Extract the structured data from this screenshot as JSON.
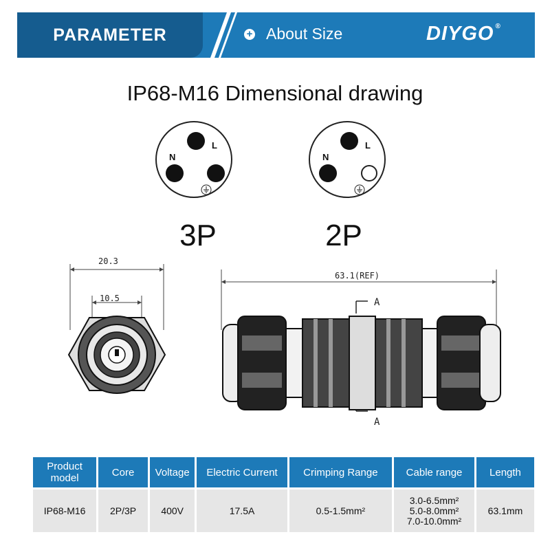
{
  "header": {
    "tab_label": "PARAMETER",
    "section_label": "About Size",
    "brand": "DIYGO",
    "brand_mark": "®"
  },
  "title": "IP68-M16 Dimensional drawing",
  "pin_diagrams": [
    {
      "label": "3P",
      "pins": [
        "L",
        "N"
      ],
      "earth_icon": "ground-icon"
    },
    {
      "label": "2P",
      "pins": [
        "L",
        "N"
      ],
      "earth_icon": "ground-icon"
    }
  ],
  "drawing": {
    "front_outer_width": "20.3",
    "front_inner_width": "10.5",
    "side_length": "63.1(REF)",
    "section_mark_top": "A",
    "section_mark_bottom": "A"
  },
  "table": {
    "headers": [
      "Product model",
      "Core",
      "Voltage",
      "Electric Current",
      "Crimping Range",
      "Cable range",
      "Length"
    ],
    "row": {
      "model": "IP68-M16",
      "core": "2P/3P",
      "voltage": "400V",
      "current": "17.5A",
      "crimping": "0.5-1.5mm²",
      "cable_1": "3.0-6.5mm²",
      "cable_2": "5.0-8.0mm²",
      "cable_3": "7.0-10.0mm²",
      "length": "63.1mm"
    }
  }
}
